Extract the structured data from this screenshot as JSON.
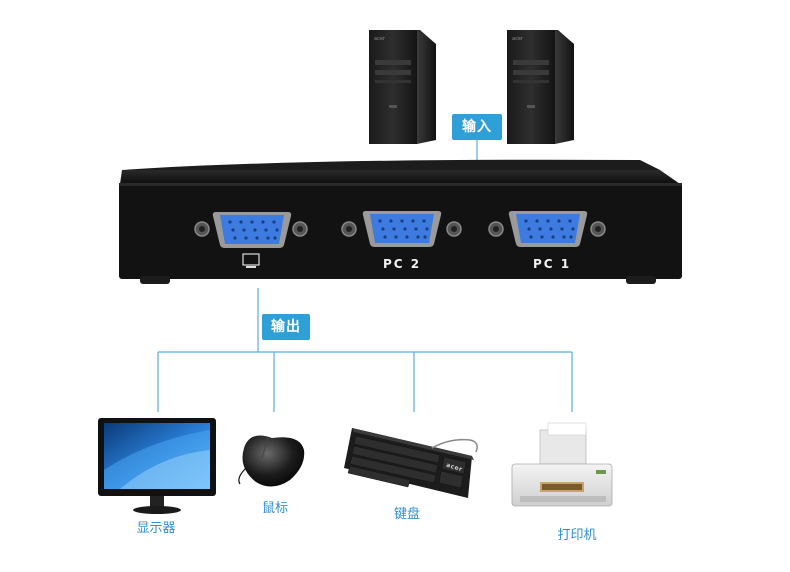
{
  "labels": {
    "input": "输入",
    "output": "输出"
  },
  "ports": {
    "pc2": "PC 2",
    "pc1": "PC 1"
  },
  "devices": {
    "monitor": "显示器",
    "mouse": "鼠标",
    "keyboard": "键盘",
    "printer": "打印机"
  },
  "keyboard_brand": "acer",
  "colors": {
    "accent": "#2f9fd8",
    "line": "#5aaee0",
    "switch_body": "#141414",
    "vga_port": "#3d7be0",
    "label_text": "#2f8fcf"
  }
}
